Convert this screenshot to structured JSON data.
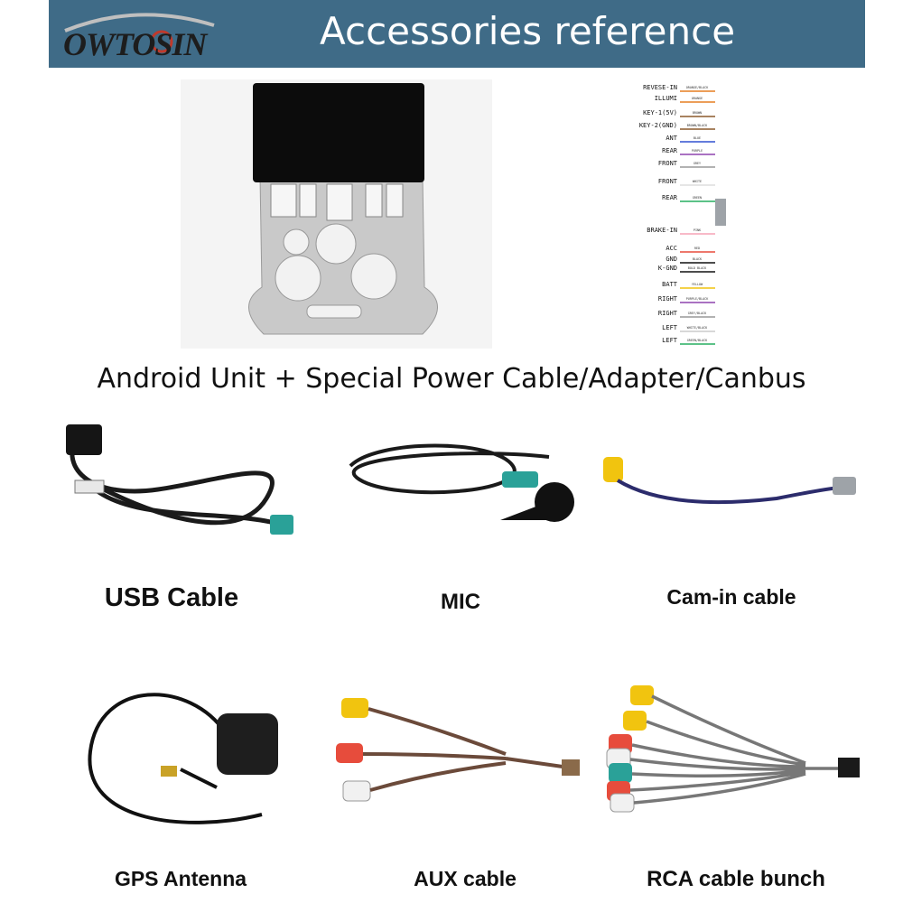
{
  "header": {
    "brand_logo": "OWTOSIN",
    "title": "Accessories reference"
  },
  "wiring_labels": [
    "REVESE-IN",
    "ILLUMI",
    "KEY-1(5V)",
    "KEY-2(GND)",
    "ANT",
    "REAR",
    "FRONT",
    "FRONT",
    "REAR",
    "BRAKE-IN",
    "ACC",
    "GND",
    "K-GND",
    "BATT",
    "RIGHT",
    "RIGHT",
    "LEFT",
    "LEFT"
  ],
  "wiring_colors": [
    "ORANGE/BLACK",
    "ORANGE",
    "BROWN",
    "BROWN/BLACK",
    "BLUE",
    "PURPLE",
    "GREY",
    "WHITE",
    "GREEN",
    "PINK",
    "RED",
    "BLACK",
    "BOLD BLACK",
    "YELLOW",
    "PURPLE/BLACK",
    "GREY/BLACK",
    "WHITE/BLACK",
    "GREEN/BLACK"
  ],
  "main_caption": "Android Unit + Special Power Cable/Adapter/Canbus",
  "accessories": {
    "usb": "USB Cable",
    "mic": "MIC",
    "cam": "Cam-in cable",
    "gps": "GPS Antenna",
    "aux": "AUX cable",
    "rca": "RCA cable bunch"
  }
}
